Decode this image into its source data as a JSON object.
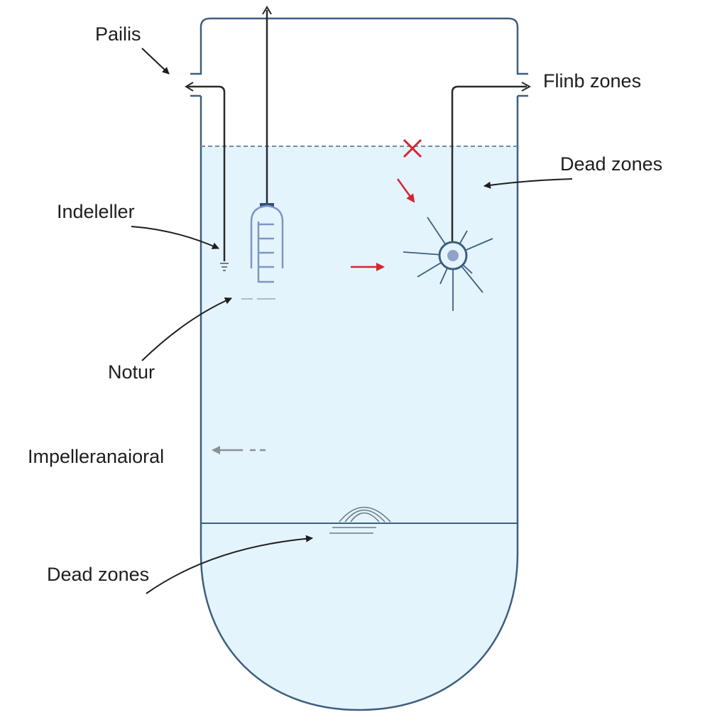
{
  "labels": {
    "pailis": "Pailis",
    "flinb_zones": "Flinb zones",
    "dead_zones_upper": "Dead zones",
    "indeleller": "Indeleller",
    "notur": "Notur",
    "impeller_anaioral": "Impelleranaioral",
    "dead_zones_lower": "Dead zones"
  },
  "colors": {
    "vessel_outline": "#3d5f80",
    "liquid_fill": "#e4f4fc",
    "liquid_surface": "#6b8faa",
    "pipe": "#2a2a2a",
    "arrow": "#1e1e1e",
    "flow_marker": "#d62430",
    "impeller": "#3d5f80",
    "probe": "#7f95c6",
    "dashed_flow": "#8a8f96"
  },
  "icons": {
    "impeller": "radial-impeller-icon",
    "probe": "sensor-probe-icon",
    "dead_zone_marker": "x-mark-icon"
  }
}
